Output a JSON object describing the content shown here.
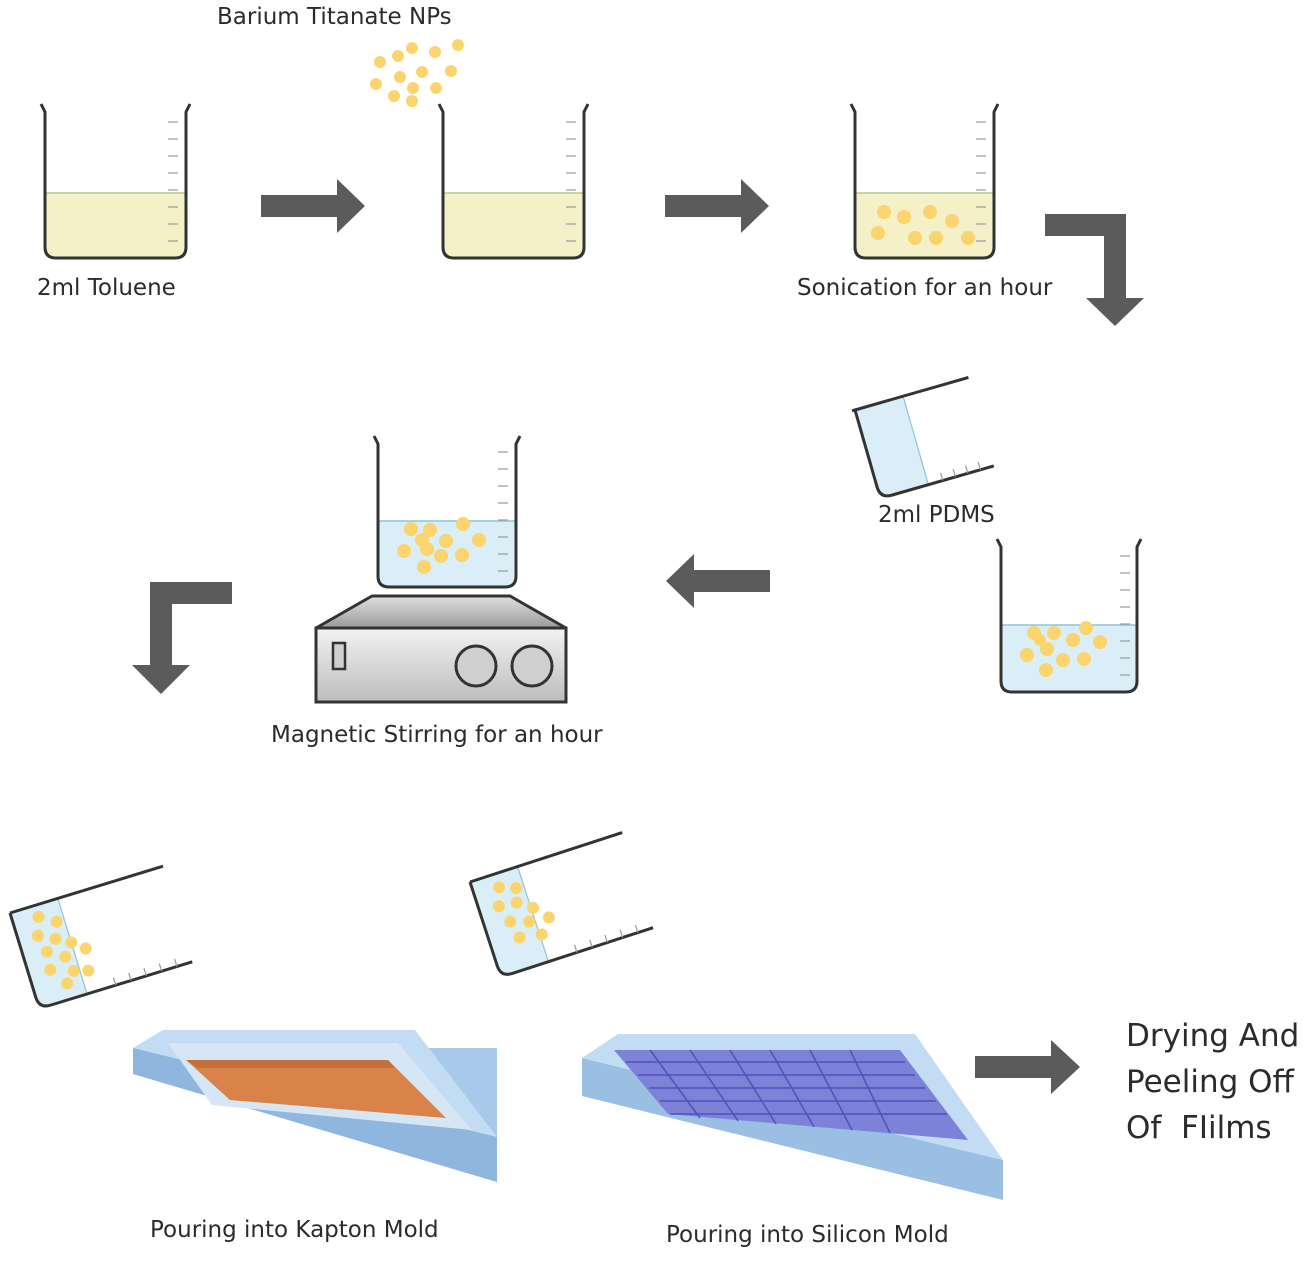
{
  "labels": {
    "barium": "Barium Titanate NPs",
    "toluene": "2ml Toluene",
    "sonication": "Sonication for an hour",
    "pdms": "2ml PDMS",
    "magnetic": "Magnetic Stirring for an hour",
    "kapton": "Pouring into Kapton Mold",
    "silicon": "Pouring into Silicon Mold",
    "drying_1": "Drying And",
    "drying_2": "Peeling Off",
    "drying_3": "Of  FIilms"
  },
  "colors": {
    "toluene_fill": "#f4f1c9",
    "pdms_fill": "#d9eef6",
    "particle": "#fbd46d",
    "arrow": "#5b5b5b",
    "mold": "#b9d7f2",
    "kapton": "#d9834b",
    "silicon_grid": "#6c6fd9"
  }
}
